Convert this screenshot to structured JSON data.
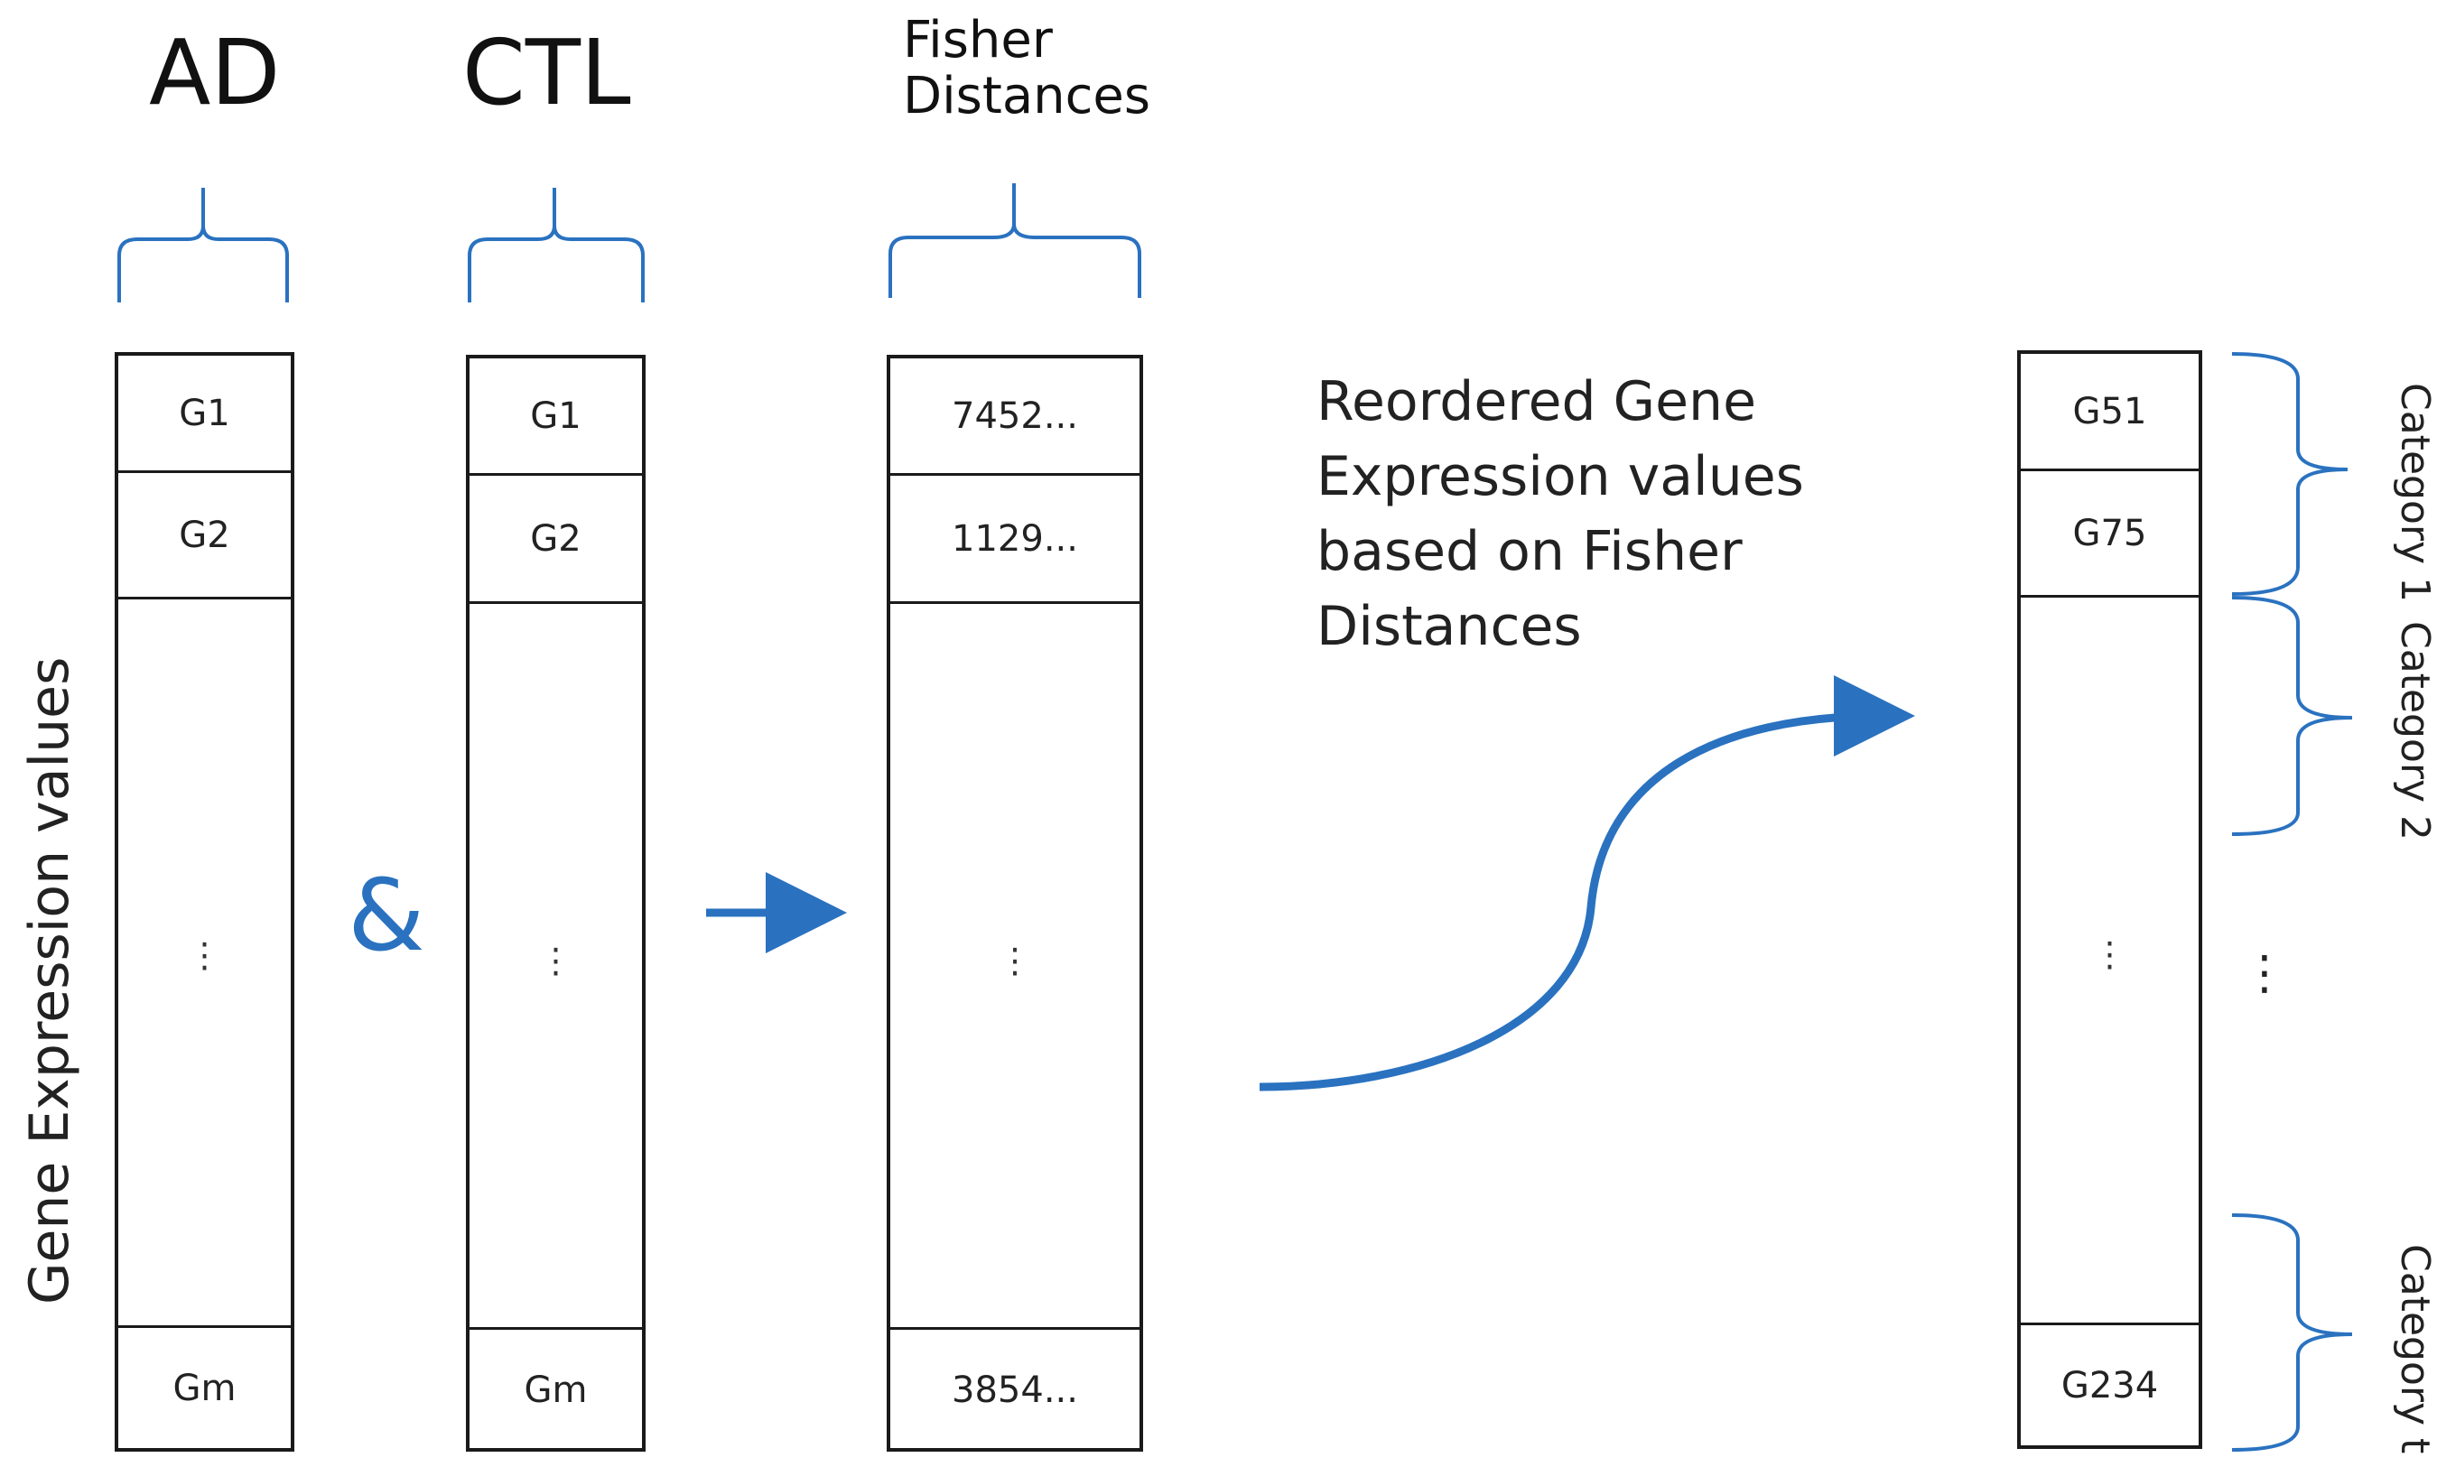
{
  "headers": {
    "ad": "AD",
    "ctl": "CTL",
    "fisher_line1": "Fisher",
    "fisher_line2": "Distances"
  },
  "y_axis_label": "Gene Expression values",
  "ampersand": "&",
  "ad_column": {
    "row1": "G1",
    "row2": "G2",
    "ellipsis": "⋮",
    "last": "Gm"
  },
  "ctl_column": {
    "row1": "G1",
    "row2": "G2",
    "ellipsis": "⋮",
    "last": "Gm"
  },
  "fisher_column": {
    "row1": "7452...",
    "row2": "1129...",
    "ellipsis": "⋮",
    "last": "3854..."
  },
  "reordered_note": {
    "line1": "Reordered Gene",
    "line2": "Expression values",
    "line3": "based on Fisher",
    "line4": "Distances"
  },
  "reordered_column": {
    "row1": "G51",
    "row2": "G75",
    "ellipsis": "⋮",
    "last": "G234"
  },
  "categories": {
    "c1": "Category 1",
    "c2": "Category 2",
    "ct": "Category t",
    "between": "⋮"
  },
  "colors": {
    "accent": "#2a72c0",
    "border": "#1a1a1a"
  }
}
